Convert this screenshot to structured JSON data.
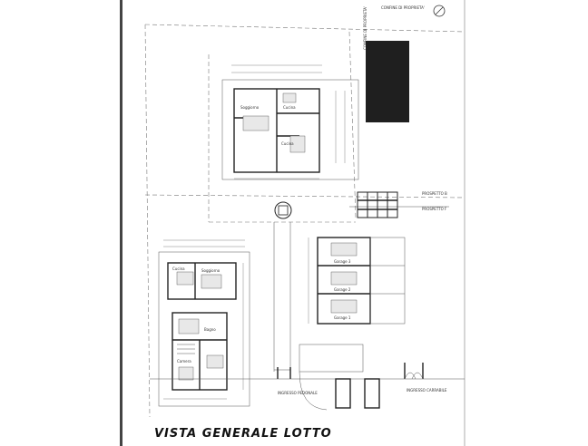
{
  "plan": {
    "title": "VISTA GENERALE LOTTO",
    "top_edge_label": "CONFINE DI PROPRIETA'",
    "vertical_label": "CONFINE DI PROPRIETA'",
    "prospetto_b": "PROSPETTO B",
    "prospetto_f": "PROSPETTO F",
    "gate_left": "INGRESSO PEDONALE",
    "gate_right": "INGRESSO CARRABILE",
    "upper_house": {
      "room_left": "Soggiorno",
      "room_right": "Cucina",
      "room_kitchen": "Cucina"
    },
    "lower_house": {
      "room_main": "Soggiorno",
      "room_kitchen": "Cucina",
      "room_bath": "Bagno",
      "room_bed": "Camera"
    },
    "garages": [
      "Garage 3",
      "Garage 2",
      "Garage 1"
    ]
  },
  "colors": {
    "ink": "#222222",
    "solar_panel": "#1f1f1f",
    "paper": "#ffffff"
  }
}
